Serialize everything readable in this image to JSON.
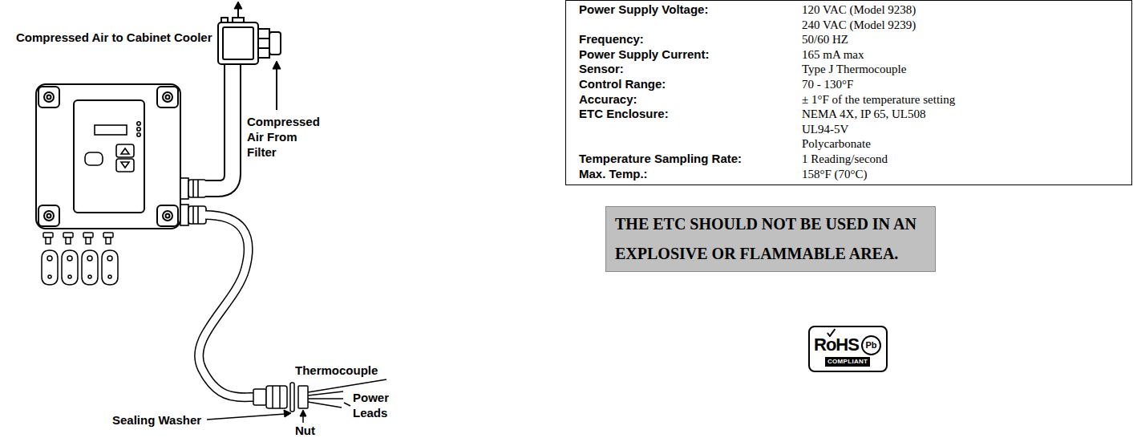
{
  "diagram": {
    "nodes": [
      {
        "text": [
          "Power Supply Voltage:",
          "120 VAC (Model 9238)",
          "240 VAC (Model 9239)",
          "Frequency:",
          "50/60 HZ",
          "Power Supply Current:",
          "165 mA max",
          "Sensor:",
          "Type J Thermocouple",
          "Control Range:",
          "70 - 130°F",
          "Accuracy:",
          "± 1°F of the temperature setting",
          "ETC Enclosure:",
          "NEMA 4X, IP 65, UL508",
          "UL94-5V",
          "Polycarbonate",
          "Temperature Sampling Rate:",
          "1 Reading/second",
          "Max. Temp.:",
          "158°F (70°C)"
        ]
      },
      {
        "text": [
          "THE ETC SHOULD NOT BE USED IN AN EXPLOSIVE OR FLAMMABLE AREA."
        ]
      },
      {
        "text": [
          "RoHS",
          "COMPLIANT"
        ]
      },
      {
        "text": [
          "Pb"
        ],
        "in": 2
      }
    ],
    "labels": [
      "Compressed Air to Cabinet Cooler",
      "Compressed Air From Filter",
      "Thermocouple",
      "Sealing Washer",
      "Nut",
      "Power Leads"
    ]
  }
}
